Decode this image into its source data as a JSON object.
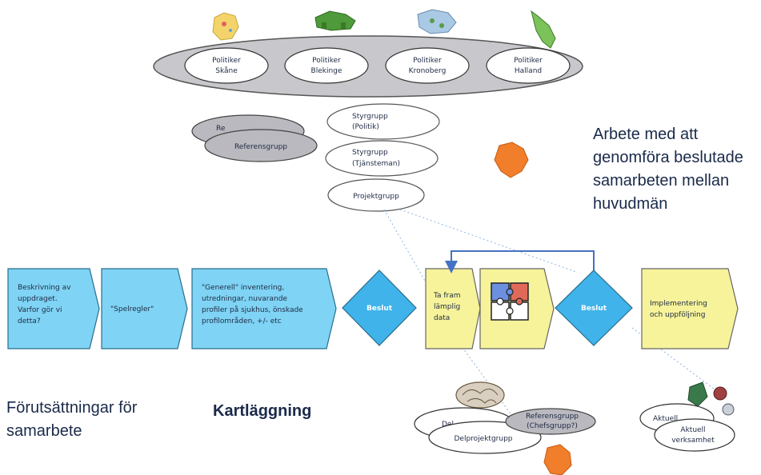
{
  "colors": {
    "blue_box": "#7fd3f4",
    "yellow_box": "#f7f39a",
    "gray_ellipse": "#c8c8cc",
    "arrow_blue": "#4472c4",
    "orange_map": "#f07e2a"
  },
  "politicians": [
    {
      "line1": "Politiker",
      "line2": "Skåne"
    },
    {
      "line1": "Politiker",
      "line2": "Blekinge"
    },
    {
      "line1": "Politiker",
      "line2": "Kronoberg"
    },
    {
      "line1": "Politiker",
      "line2": "Halland"
    }
  ],
  "groups": {
    "referensgrupp": "Referensgrupp",
    "referensgrupp_hidden": "Re",
    "styrgrupp_politik_1": "Styrgrupp",
    "styrgrupp_politik_2": "(Politik)",
    "styrgrupp_tjanstem_1": "Styrgrupp",
    "styrgrupp_tjanstem_2": "(Tjänsteman)",
    "projektgrupp": "Projektgrupp"
  },
  "heading_right": {
    "line1": "Arbete med att",
    "line2": "genomföra beslutade",
    "line3": "samarbeten mellan",
    "line4": "huvudmän"
  },
  "process": {
    "step1": {
      "line1": "Beskrivning av",
      "line2": "uppdraget.",
      "line3": "Varfor gör vi",
      "line4": "detta?"
    },
    "step2": {
      "line1": "\"Spelregler\""
    },
    "step3": {
      "line1": "\"Generell\" inventering,",
      "line2": "utredningar, nuvarande",
      "line3": "profiler på sjukhus, önskade",
      "line4": "profilområden, +/-  etc"
    },
    "decision1": "Beslut",
    "step4": {
      "line1": "Ta fram",
      "line2": "lämplig",
      "line3": "data"
    },
    "decision2": "Beslut",
    "step6": {
      "line1": "Implementering",
      "line2": "och uppföljning"
    }
  },
  "labels_bottom": {
    "forutsattningar_1": "Förutsättningar för",
    "forutsattningar_2": "samarbete",
    "kartlaggning": "Kartläggning"
  },
  "bottom_groups": {
    "delprojektgrupp_hidden": "Del",
    "delprojektgrupp": "Delprojektgrupp",
    "referensgrupp_1": "Referensgrupp",
    "referensgrupp_2": "(Chefsgrupp?)",
    "aktuell_hidden": "Aktuell",
    "aktuell_1": "Aktuell",
    "aktuell_2": "verksamhet"
  },
  "icons": [
    "skane-map-icon",
    "blekinge-map-icon",
    "kronoberg-map-icon",
    "halland-map-icon",
    "orange-map-icon",
    "puzzle-icon",
    "brain-icon",
    "tools-icon"
  ]
}
